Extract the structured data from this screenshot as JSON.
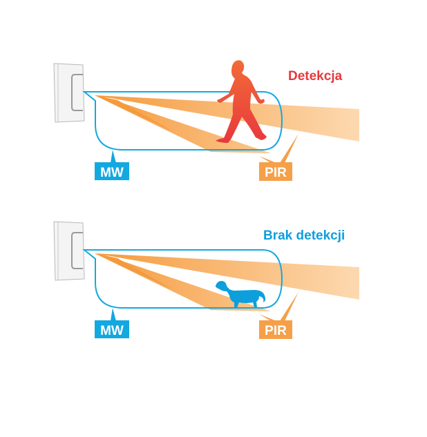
{
  "colors": {
    "mw_blue": "#12a8e0",
    "pir_orange": "#f5a048",
    "detect_red": "#e8383d",
    "label_blue": "#0d9fdc"
  },
  "panels": [
    {
      "status": "Detekcja",
      "mw_label": "MW",
      "pir_label": "PIR",
      "target": "person-silhouette"
    },
    {
      "status": "Brak detekcji",
      "mw_label": "MW",
      "pir_label": "PIR",
      "target": "dog-silhouette"
    }
  ]
}
